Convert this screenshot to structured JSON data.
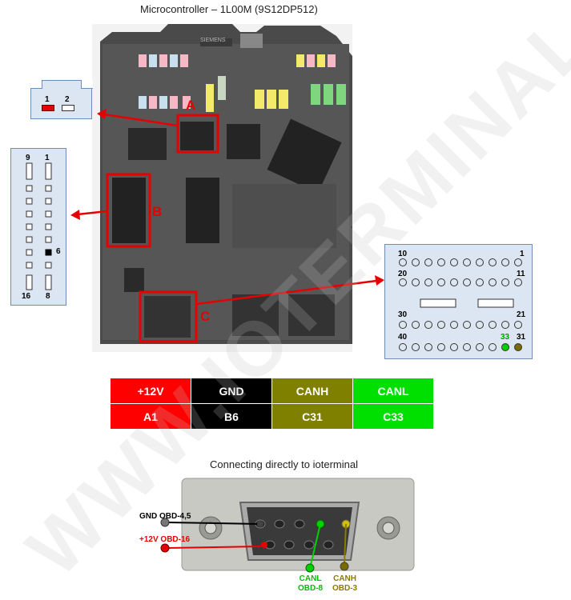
{
  "header": {
    "title": "Microcontroller – 1L00M (9S12DP512)"
  },
  "module": {
    "brand": "SIEMENS"
  },
  "markers": {
    "a": "A",
    "b": "B",
    "c": "C"
  },
  "connector_a": {
    "pins": [
      "1",
      "2"
    ]
  },
  "connector_b": {
    "pins": [
      "9",
      "1",
      "6",
      "16",
      "8"
    ]
  },
  "connector_c": {
    "pins": [
      "10",
      "1",
      "20",
      "11",
      "30",
      "21",
      "40",
      "33",
      "31"
    ]
  },
  "pin_table": {
    "headers": [
      "+12V",
      "GND",
      "CANH",
      "CANL"
    ],
    "pins": [
      "A1",
      "B6",
      "C31",
      "C33"
    ],
    "colors": [
      "#ff0000",
      "#000000",
      "#808000",
      "#00e000"
    ]
  },
  "db9": {
    "title": "Connecting directly to ioterminal",
    "gnd": "GND OBD-4,5",
    "v12": "+12V OBD-16",
    "canl": [
      "CANL",
      "OBD-8"
    ],
    "canh": [
      "CANH",
      "OBD-3"
    ]
  },
  "watermark": "WWW.IOTERMINAL.COM"
}
